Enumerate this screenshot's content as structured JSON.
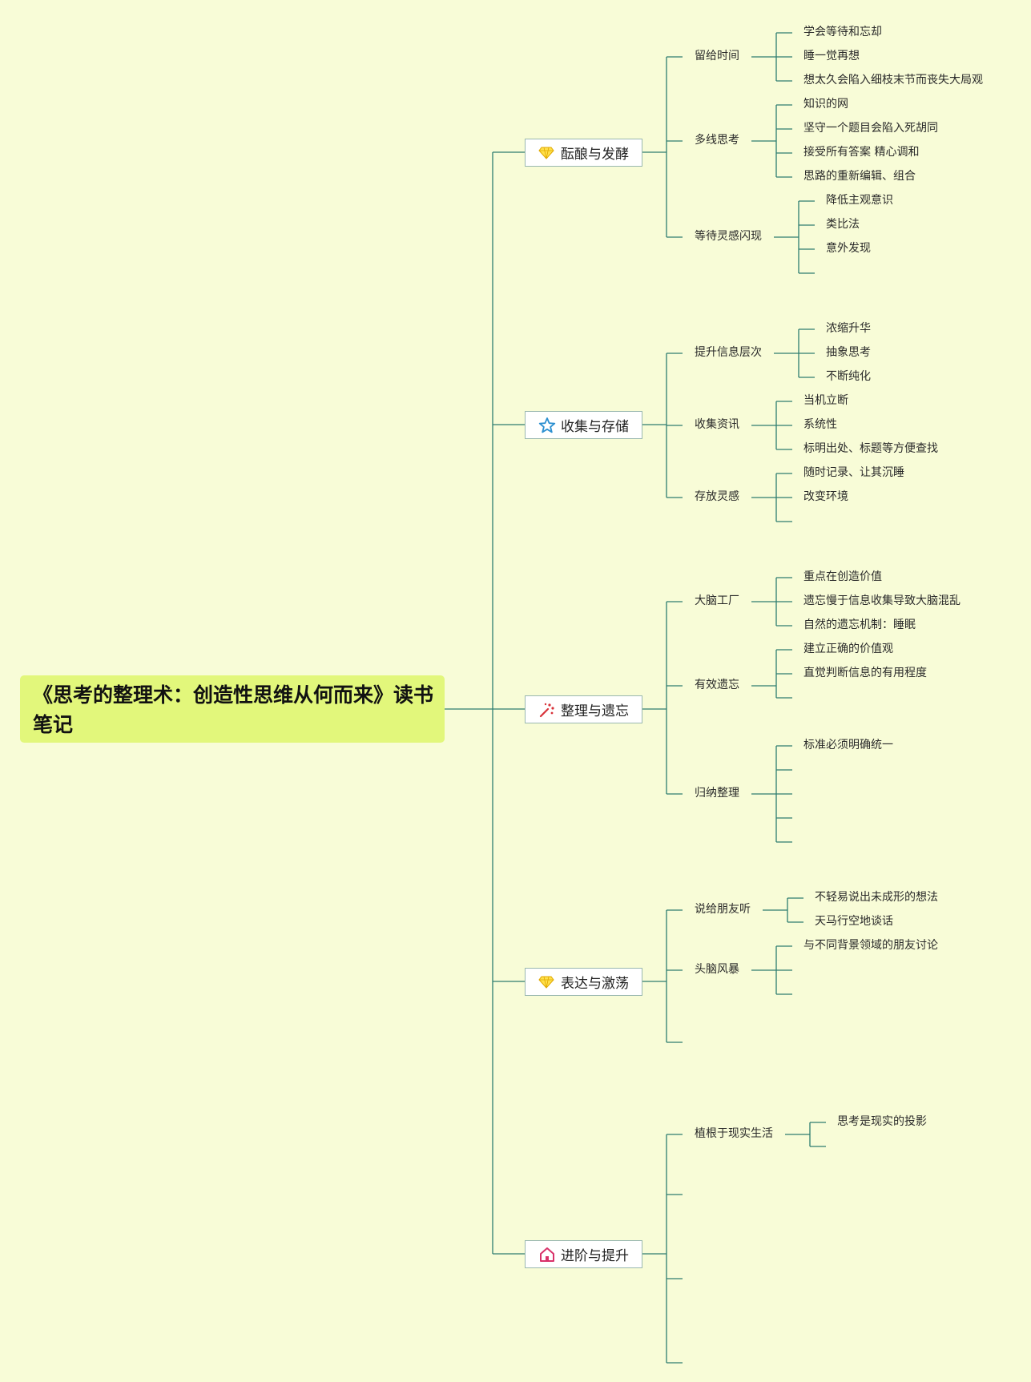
{
  "title": "《思考的整理术：创造性思维从何而来》读书笔记",
  "colors": {
    "background": "#f8fcd7",
    "root_fill": "#e2f77b",
    "connector": "#2e7d70"
  },
  "branches": [
    {
      "label": "酝酿与发酵",
      "icon": "diamond-icon",
      "children": [
        {
          "label": "留给时间",
          "children": [
            "学会等待和忘却",
            "睡一觉再想",
            "想太久会陷入细枝末节而丧失大局观"
          ]
        },
        {
          "label": "多线思考",
          "children": [
            "知识的网",
            "坚守一个题目会陷入死胡同",
            "接受所有答案 精心调和",
            "思路的重新编辑、组合"
          ]
        },
        {
          "label": "等待灵感闪现",
          "children": [
            "降低主观意识",
            "类比法",
            "意外发现",
            ""
          ]
        }
      ]
    },
    {
      "label": "收集与存储",
      "icon": "star-icon",
      "children": [
        {
          "label": "提升信息层次",
          "children": [
            "浓缩升华",
            "抽象思考",
            "不断纯化"
          ]
        },
        {
          "label": "收集资讯",
          "children": [
            "当机立断",
            "系统性",
            "标明出处、标题等方便查找"
          ]
        },
        {
          "label": "存放灵感",
          "children": [
            "随时记录、让其沉睡",
            "改变环境",
            ""
          ]
        }
      ]
    },
    {
      "label": "整理与遗忘",
      "icon": "sparkle-icon",
      "children": [
        {
          "label": "大脑工厂",
          "children": [
            "重点在创造价值",
            "遗忘慢于信息收集导致大脑混乱",
            "自然的遗忘机制：睡眠"
          ]
        },
        {
          "label": "有效遗忘",
          "children": [
            "建立正确的价值观",
            "直觉判断信息的有用程度",
            ""
          ]
        },
        {
          "label": "归纳整理",
          "children": [
            "标准必须明确统一",
            "",
            "",
            "",
            ""
          ]
        }
      ]
    },
    {
      "label": "表达与激荡",
      "icon": "diamond-icon",
      "children": [
        {
          "label": "说给朋友听",
          "children": [
            "不轻易说出未成形的想法",
            "天马行空地谈话"
          ]
        },
        {
          "label": "头脑风暴",
          "children": [
            "与不同背景领域的朋友讨论",
            "",
            ""
          ]
        },
        {
          "label": "",
          "children": []
        }
      ]
    },
    {
      "label": "进阶与提升",
      "icon": "home-icon",
      "children": [
        {
          "label": "植根于现实生活",
          "children": [
            "思考是现实的投影",
            ""
          ]
        },
        {
          "label": "",
          "children": []
        },
        {
          "label": "",
          "children": []
        },
        {
          "label": "",
          "children": []
        }
      ]
    }
  ]
}
